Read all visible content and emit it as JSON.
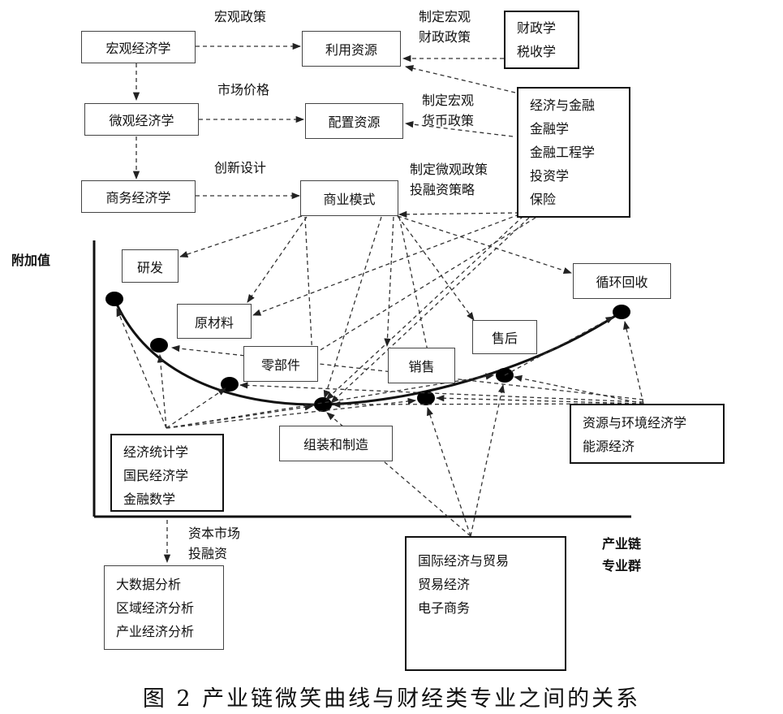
{
  "boxes": {
    "macro": "宏观经济学",
    "micro": "微观经济学",
    "business": "商务经济学",
    "use_resources": "利用资源",
    "allocate_resources": "配置资源",
    "business_model": "商业模式",
    "fiscal": [
      "财政学",
      "税收学"
    ],
    "finance": [
      "经济与金融",
      "金融学",
      "金融工程学",
      "投资学",
      "保险"
    ],
    "rnd": "研发",
    "raw_materials": "原材料",
    "parts": "零部件",
    "sales": "销售",
    "after_sales": "售后",
    "recycling": "循环回收",
    "assembly": "组装和制造",
    "statistics": [
      "经济统计学",
      "国民经济学",
      "金融数学"
    ],
    "environment": [
      "资源与环境经济学",
      "能源经济"
    ],
    "data_analysis": [
      "大数据分析",
      "区域经济分析",
      "产业经济分析"
    ],
    "trade": [
      "国际经济与贸易",
      "贸易经济",
      "电子商务"
    ]
  },
  "labels": {
    "macro_policy": "宏观政策",
    "market_price": "市场价格",
    "innovation_design": "创新设计",
    "fiscal_policy": [
      "制定宏观",
      "财政政策"
    ],
    "monetary_policy": [
      "制定宏观",
      "货币政策"
    ],
    "micro_policy": [
      "制定微观政策",
      "投融资策略"
    ],
    "capital_market": [
      "资本市场",
      "投融资"
    ]
  },
  "axes": {
    "y_label": "附加值",
    "x_label": [
      "产业链",
      "专业群"
    ]
  },
  "caption": "图 2 产业链微笑曲线与财经类专业之间的关系"
}
